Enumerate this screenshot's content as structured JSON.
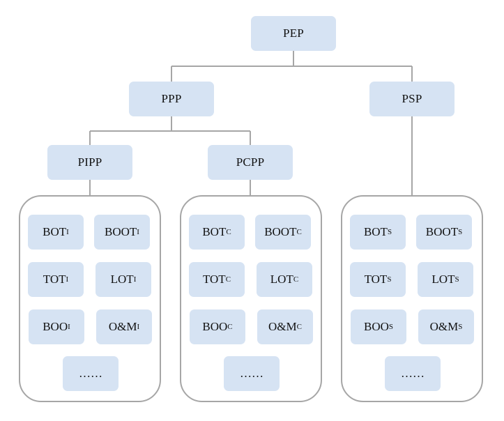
{
  "root": {
    "label": "PEP"
  },
  "level1": [
    {
      "id": "ppp",
      "label": "PPP"
    },
    {
      "id": "psp",
      "label": "PSP"
    }
  ],
  "level2": [
    {
      "id": "pipp",
      "label": "PIPP"
    },
    {
      "id": "pcpp",
      "label": "PCPP"
    }
  ],
  "groups": [
    {
      "id": "pipp",
      "items": [
        {
          "base": "BOT",
          "sub": "I"
        },
        {
          "base": "BOOT",
          "sub": "I"
        },
        {
          "base": "TOT",
          "sub": "I"
        },
        {
          "base": "LOT",
          "sub": "I"
        },
        {
          "base": "BOO",
          "sub": "I"
        },
        {
          "base": "O&M",
          "sub": "I"
        }
      ],
      "more": "……"
    },
    {
      "id": "pcpp",
      "items": [
        {
          "base": "BOT",
          "sub": "C"
        },
        {
          "base": "BOOT",
          "sub": "C"
        },
        {
          "base": "TOT",
          "sub": "C"
        },
        {
          "base": "LOT",
          "sub": "C"
        },
        {
          "base": "BOO",
          "sub": "C"
        },
        {
          "base": "O&M",
          "sub": "C"
        }
      ],
      "more": "……"
    },
    {
      "id": "psp",
      "items": [
        {
          "base": "BOT",
          "sub": "S"
        },
        {
          "base": "BOOT",
          "sub": "S"
        },
        {
          "base": "TOT",
          "sub": "S"
        },
        {
          "base": "LOT",
          "sub": "S"
        },
        {
          "base": "BOO",
          "sub": "S"
        },
        {
          "base": "O&M",
          "sub": "S"
        }
      ],
      "more": "……"
    }
  ],
  "colors": {
    "box_fill": "#d6e3f3",
    "line": "#a6a6a6"
  }
}
